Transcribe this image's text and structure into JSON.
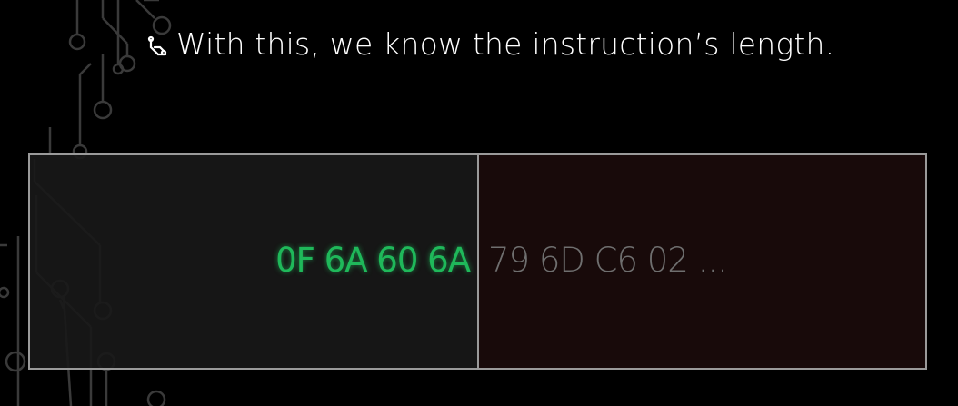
{
  "slide": {
    "bullet_text": "With this, we know the instruction’s length."
  },
  "bytes": {
    "known": "0F 6A 60 6A",
    "rest": "79 6D C6 02 ..."
  },
  "colors": {
    "background": "#000000",
    "known_bytes": "#1fb85a",
    "rest_bytes": "#6f6f6f",
    "box_border": "#9a9a9a",
    "left_cell_bg": "#181818",
    "right_cell_bg": "#180a0a"
  },
  "icons": {
    "bullet": "circuit-bullet-icon",
    "background": "circuit-trace-decoration"
  }
}
